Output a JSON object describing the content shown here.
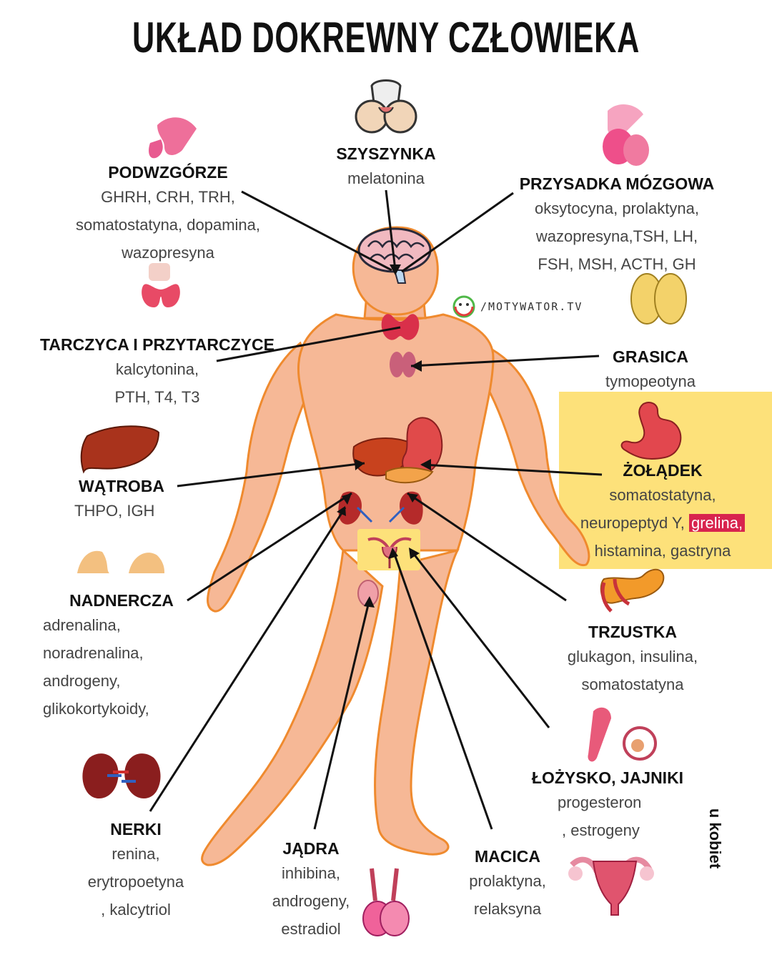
{
  "title": "UKŁAD DOKREWNY CZŁOWIEKA",
  "brand": "/MOTYWATOR.TV",
  "side_note": "u kobiet",
  "colors": {
    "skin": "#f6b896",
    "skin_shade": "#ef8a2e",
    "organ_red": "#c8323a",
    "organ_pink": "#ee6f9a",
    "highlight_box": "#fde17a",
    "highlight_word": "#d8244e"
  },
  "glands": {
    "szyszynka": {
      "name": "SZYSZYNKA",
      "hormones": [
        "melatonina"
      ]
    },
    "podwzgorze": {
      "name": "PODWZGÓRZE",
      "hormones": [
        "GHRH, CRH, TRH,",
        "somatostatyna, dopamina,",
        "wazopresyna"
      ]
    },
    "przysadka": {
      "name": "PRZYSADKA MÓZGOWA",
      "hormones": [
        "oksytocyna, prolaktyna,",
        "wazopresyna,TSH, LH,",
        "FSH, MSH, ACTH, GH"
      ]
    },
    "tarczyca": {
      "name": "TARCZYCA I PRZYTARCZYCE",
      "hormones": [
        "kalcytonina,",
        "PTH, T4, T3"
      ]
    },
    "grasica": {
      "name": "GRASICA",
      "hormones": [
        "tymopeotyna"
      ]
    },
    "watroba": {
      "name": "WĄTROBA",
      "hormones": [
        "THPO, IGH"
      ]
    },
    "zoladek": {
      "name": "ŻOŁĄDEK",
      "line1": "somatostatyna,",
      "line2_pre": "neuropeptyd Y, ",
      "line2_hl": "grelina,",
      "line3": "histamina, gastryna"
    },
    "nadnercza": {
      "name": "NADNERCZA",
      "hormones": [
        "adrenalina,",
        "noradrenalina,",
        "androgeny,",
        "glikokortykoidy,"
      ]
    },
    "trzustka": {
      "name": "TRZUSTKA",
      "hormones": [
        "glukagon, insulina,",
        "somatostatyna"
      ]
    },
    "lozysko": {
      "name": "ŁOŻYSKO, JAJNIKI",
      "hormones": [
        "progesteron",
        ", estrogeny"
      ]
    },
    "nerki": {
      "name": "NERKI",
      "hormones": [
        "renina,",
        "erytropoetyna",
        ", kalcytriol"
      ]
    },
    "jadra": {
      "name": "JĄDRA",
      "hormones": [
        "inhibina,",
        "androgeny,",
        "estradiol"
      ]
    },
    "macica": {
      "name": "MACICA",
      "hormones": [
        "prolaktyna,",
        "relaksyna"
      ]
    }
  }
}
